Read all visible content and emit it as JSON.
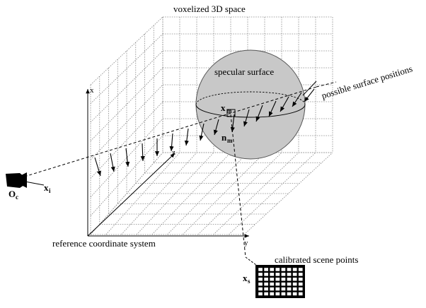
{
  "labels": {
    "title": "voxelized 3D space",
    "sphere": "specular surface",
    "surface_positions": "possible surface positions",
    "reference": "reference coordinate system",
    "scene_points": "calibrated scene points",
    "axis_x": "x",
    "axis_y": "y",
    "axis_z": "z",
    "xm_main": "x",
    "xm_sub": "m",
    "nm_main": "n",
    "nm_sub": "m",
    "xi_main": "x",
    "xi_sub": "i",
    "oc_main": "O",
    "oc_sub": "c",
    "xs_main": "x",
    "xs_sub": "s"
  },
  "colors": {
    "sphere_fill": "#c8c8c8",
    "grid": "#8a8a8a",
    "ink": "#000000"
  },
  "icons": {
    "camera": "camera-icon",
    "calibration_pattern": "checkerboard-pattern"
  }
}
